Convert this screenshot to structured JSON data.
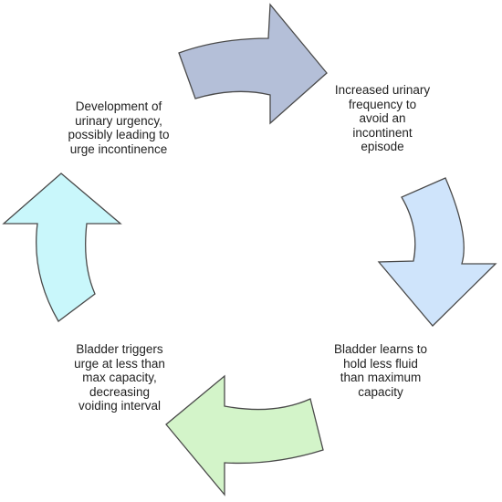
{
  "diagram": {
    "type": "cycle",
    "steps": [
      {
        "id": "urgency",
        "text": "Development of\nurinary urgency,\npossibly leading to\nurge incontinence"
      },
      {
        "id": "frequency",
        "text": "Increased urinary\nfrequency to\navoid an\nincontinent\nepisode"
      },
      {
        "id": "less-fluid",
        "text": "Bladder learns to\nhold less fluid\nthan maximum\ncapacity"
      },
      {
        "id": "trigger",
        "text": "Bladder triggers\nurge at less than\nmax capacity,\ndecreasing\nvoiding interval"
      }
    ],
    "arrow_colors": {
      "top": "#b4bfd8",
      "right": "#cfe4fb",
      "bottom": "#d3f4c9",
      "left": "#c9f7fb"
    }
  }
}
